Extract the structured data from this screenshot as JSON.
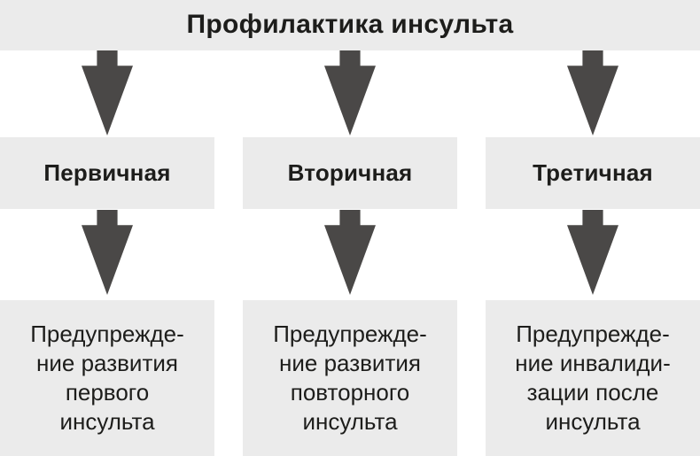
{
  "title": "Профилактика инсульта",
  "columns": [
    {
      "label": "Первичная",
      "description": "Предупрежде-\nние развития\nпервого\nинсульта"
    },
    {
      "label": "Вторичная",
      "description": "Предупрежде-\nние развития\nповторного\nинсульта"
    },
    {
      "label": "Третичная",
      "description": "Предупрежде-\nние инвалиди-\nзации после\nинсульта"
    }
  ],
  "colors": {
    "background": "#ffffff",
    "box_bg": "#ebebeb",
    "arrow": "#4a4847",
    "text": "#1d1d1b"
  }
}
